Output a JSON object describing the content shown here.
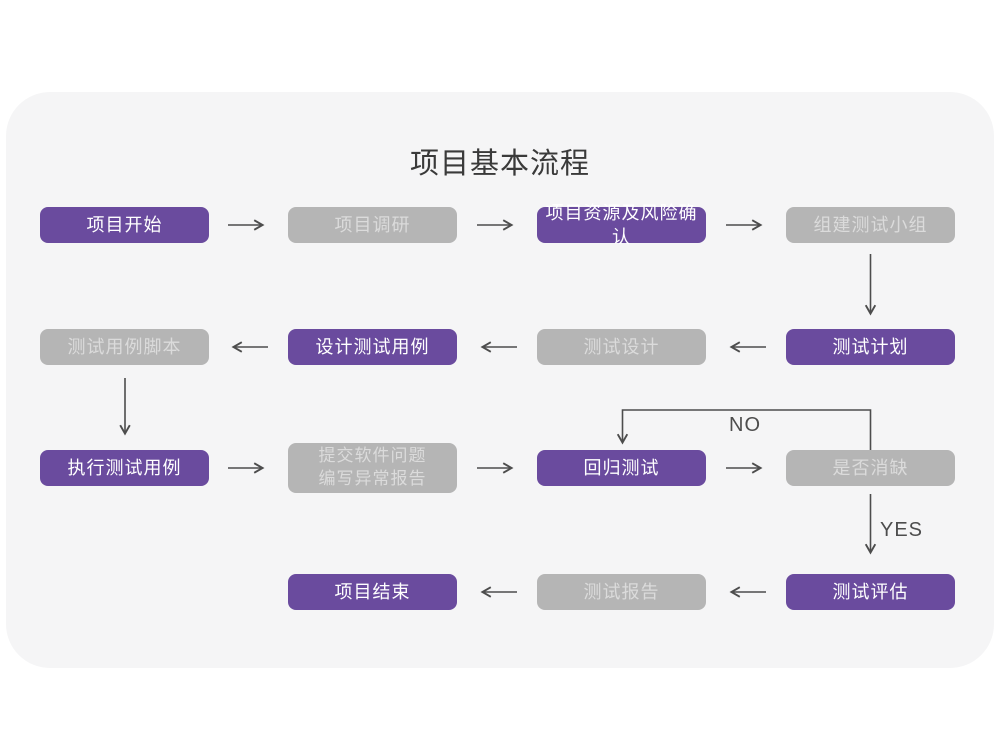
{
  "page": {
    "title": "项目基本流程"
  },
  "colors": {
    "page_bg": "#ffffff",
    "card_bg": "#f5f5f6",
    "purple": "#6a4b9e",
    "purple_text": "#ffffff",
    "gray": "#b5b5b5",
    "gray_text": "#dbdbdb",
    "arrow": "#4d4d4d",
    "title": "#3a3a3a"
  },
  "nodes": [
    {
      "label": "项目开始",
      "variant": "purple"
    },
    {
      "label": "项目调研",
      "variant": "gray"
    },
    {
      "label": "项目资源及风险确认",
      "variant": "purple"
    },
    {
      "label": "组建测试小组",
      "variant": "gray"
    },
    {
      "label": "测试计划",
      "variant": "purple"
    },
    {
      "label": "测试设计",
      "variant": "gray"
    },
    {
      "label": "设计测试用例",
      "variant": "purple"
    },
    {
      "label": "测试用例脚本",
      "variant": "gray"
    },
    {
      "label": "执行测试用例",
      "variant": "purple"
    },
    {
      "label": "提交软件问题\n编写异常报告",
      "variant": "gray"
    },
    {
      "label": "回归测试",
      "variant": "purple"
    },
    {
      "label": "是否消缺",
      "variant": "gray"
    },
    {
      "label": "测试评估",
      "variant": "purple"
    },
    {
      "label": "测试报告",
      "variant": "gray"
    },
    {
      "label": "项目结束",
      "variant": "purple"
    }
  ],
  "edge_labels": {
    "no": "NO",
    "yes": "YES"
  }
}
